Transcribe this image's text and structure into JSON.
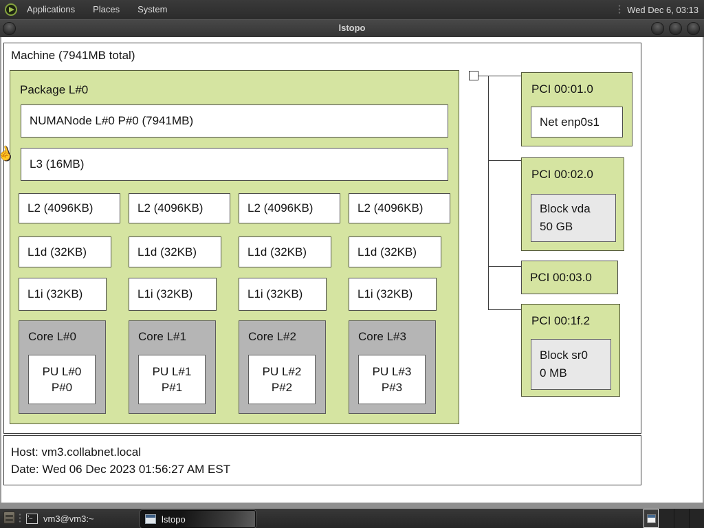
{
  "menubar": {
    "items": [
      "Applications",
      "Places",
      "System"
    ],
    "clock": "Wed Dec 6, 03:13"
  },
  "titlebar": {
    "title": "lstopo"
  },
  "topology": {
    "machine_label": "Machine (7941MB total)",
    "package_label": "Package L#0",
    "numanode": "NUMANode L#0 P#0 (7941MB)",
    "l3": "L3 (16MB)",
    "l2": [
      "L2 (4096KB)",
      "L2 (4096KB)",
      "L2 (4096KB)",
      "L2 (4096KB)"
    ],
    "l1d": [
      "L1d (32KB)",
      "L1d (32KB)",
      "L1d (32KB)",
      "L1d (32KB)"
    ],
    "l1i": [
      "L1i (32KB)",
      "L1i (32KB)",
      "L1i (32KB)",
      "L1i (32KB)"
    ],
    "cores": [
      {
        "label": "Core L#0",
        "pu": "PU L#0",
        "p": "P#0"
      },
      {
        "label": "Core L#1",
        "pu": "PU L#1",
        "p": "P#1"
      },
      {
        "label": "Core L#2",
        "pu": "PU L#2",
        "p": "P#2"
      },
      {
        "label": "Core L#3",
        "pu": "PU L#3",
        "p": "P#3"
      }
    ],
    "pci": [
      {
        "label": "PCI 00:01.0",
        "device_lines": [
          "Net enp0s1"
        ]
      },
      {
        "label": "PCI 00:02.0",
        "device_lines": [
          "Block vda",
          "50 GB"
        ]
      },
      {
        "label": "PCI 00:03.0",
        "device_lines": []
      },
      {
        "label": "PCI 00:1f.2",
        "device_lines": [
          "Block sr0",
          "0 MB"
        ]
      }
    ],
    "legend": {
      "host": "Host: vm3.collabnet.local",
      "date": "Date: Wed 06 Dec 2023 01:56:27 AM EST"
    }
  },
  "taskbar": {
    "tasks": [
      {
        "label": "vm3@vm3:~"
      },
      {
        "label": "lstopo"
      }
    ],
    "workspace_count": 4,
    "active_workspace": 1
  },
  "colors": {
    "box_green": "#d5e4a1",
    "numa_pink": "#ecdfd9",
    "core_gray": "#b5b5b5",
    "device_gray": "#e8e8e8",
    "panel_dark": "#2e2e2e"
  }
}
